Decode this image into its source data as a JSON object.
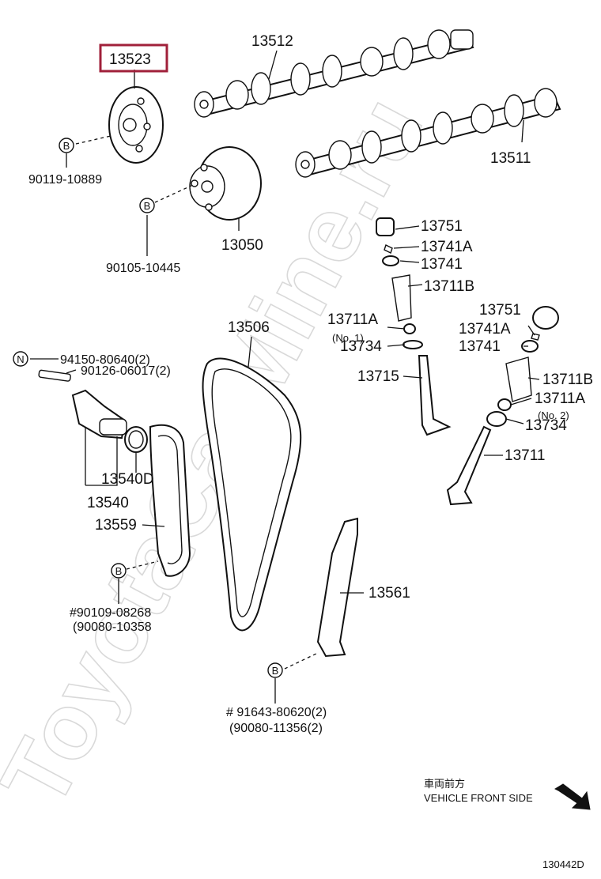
{
  "watermark": "ToyotaCarMine.ru",
  "diagram_code": "130442D",
  "direction": {
    "label_jp": "車両前方",
    "label_en": "VEHICLE FRONT SIDE",
    "icon": "arrow-down-right-icon"
  },
  "highlight_color": "#a0203a",
  "callouts": [
    {
      "id": "p13523",
      "label": "13523",
      "highlighted": true
    },
    {
      "id": "p13512",
      "label": "13512"
    },
    {
      "id": "p13511",
      "label": "13511"
    },
    {
      "id": "p90119",
      "label": "90119-10889",
      "badge": "B"
    },
    {
      "id": "p13050",
      "label": "13050"
    },
    {
      "id": "p90105",
      "label": "90105-10445",
      "badge": "B"
    },
    {
      "id": "p13751a",
      "label": "13751"
    },
    {
      "id": "p13741Aa",
      "label": "13741A"
    },
    {
      "id": "p13741a",
      "label": "13741"
    },
    {
      "id": "p13711Ba",
      "label": "13711B"
    },
    {
      "id": "p13711Aa",
      "label": "13711A",
      "sub": "(No. 1)"
    },
    {
      "id": "p13734a",
      "label": "13734"
    },
    {
      "id": "p13715",
      "label": "13715"
    },
    {
      "id": "p13751b",
      "label": "13751"
    },
    {
      "id": "p13741Ab",
      "label": "13741A"
    },
    {
      "id": "p13741b",
      "label": "13741"
    },
    {
      "id": "p13711Bb",
      "label": "13711B"
    },
    {
      "id": "p13711Ab",
      "label": "13711A",
      "sub": "(No. 2)"
    },
    {
      "id": "p13734b",
      "label": "13734"
    },
    {
      "id": "p13711",
      "label": "13711"
    },
    {
      "id": "p13506",
      "label": "13506"
    },
    {
      "id": "p94150",
      "label": "94150-80640(2)",
      "badge": "N"
    },
    {
      "id": "p90126",
      "label": "90126-06017(2)"
    },
    {
      "id": "p13540D",
      "label": "13540D"
    },
    {
      "id": "p13540",
      "label": "13540"
    },
    {
      "id": "p13559",
      "label": "13559"
    },
    {
      "id": "p90109",
      "label": "#90109-08268",
      "sub": "(90080-10358",
      "badge": "B"
    },
    {
      "id": "p13561",
      "label": "13561"
    },
    {
      "id": "p91643",
      "label": "# 91643-80620(2)",
      "sub": "(90080-11356(2)",
      "badge": "B"
    }
  ]
}
